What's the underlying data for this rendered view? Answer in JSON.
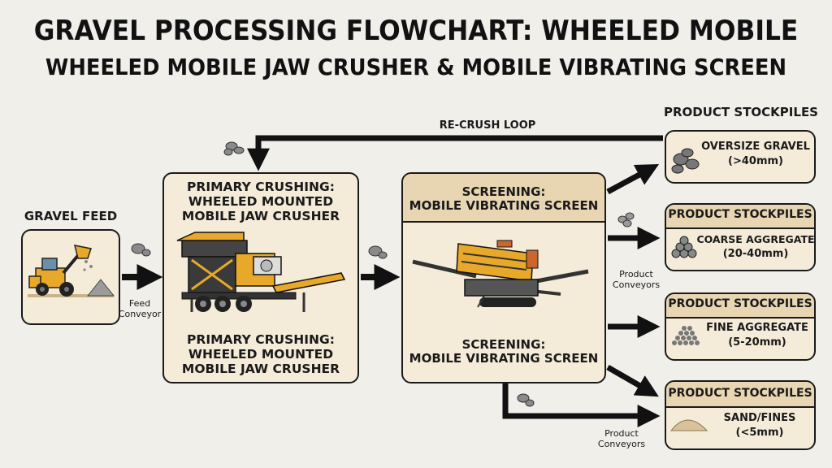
{
  "title": {
    "line1": "GRAVEL PROCESSING FLOWCHART: WHEELED MOBILE",
    "line2": "WHEELED MOBILE JAW CRUSHER & MOBILE VIBRATING SCREEN"
  },
  "feed": {
    "label": "GRAVEL FEED",
    "conveyor": "Feed\nConveyor"
  },
  "crusher": {
    "top_label": "PRIMARY CRUSHING:\nWHEELED MOUNTED\nMOBILE JAW CRUSHER",
    "bottom_label": "PRIMARY CRUSHING:\nWHEELED MOUNTED\nMOBILE JAW CRUSHER"
  },
  "screen": {
    "top_label": "SCREENING:\nMOBILE VIBRATING SCREEN",
    "bottom_label": "SCREENING:\nMOBILE VIBRATING SCREEN"
  },
  "loop": {
    "label": "RE-CRUSH LOOP"
  },
  "conveyors": {
    "right": "Product\nConveyors",
    "bottom": "Product\nConveyors"
  },
  "stockpiles": {
    "header": "PRODUCT STOCKPILES",
    "items": [
      {
        "header": "",
        "name": "OVERSIZE GRAVEL",
        "size": "(>40mm)"
      },
      {
        "header": "PRODUCT STOCKPILES",
        "name": "COARSE AGGREGATE",
        "size": "(20-40mm)"
      },
      {
        "header": "PRODUCT STOCKPILES",
        "name": "FINE AGGREGATE",
        "size": "(5-20mm)"
      },
      {
        "header": "PRODUCT STOCKPILES",
        "name": "SAND/FINES",
        "size": "(<5mm)"
      }
    ]
  },
  "colors": {
    "box_fill": "#f4ecd9",
    "header_fill": "#e8d6b3",
    "machine_yellow": "#e8a92a",
    "outline": "#1a1a1a"
  }
}
